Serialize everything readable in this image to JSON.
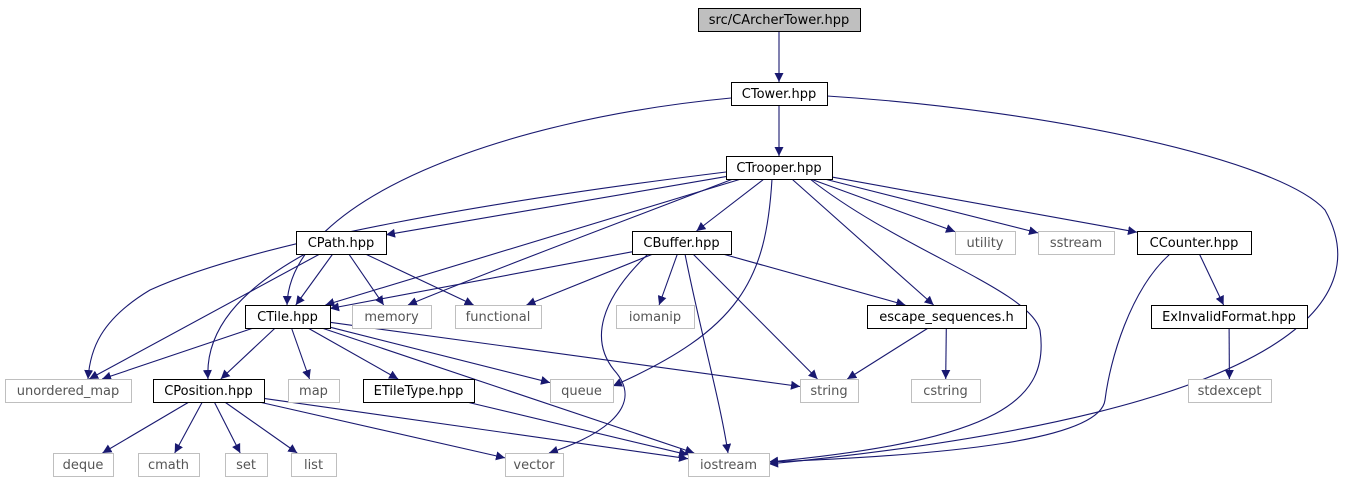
{
  "diagram": {
    "title": "",
    "colors": {
      "edge": "#191970",
      "root_fill": "#bfbfbf",
      "project_border": "#000000",
      "system_border": "#bfbfbf",
      "project_text": "#000000",
      "system_text": "#555555"
    },
    "nodes": [
      {
        "id": "root",
        "label": "src/CArcherTower.hpp",
        "kind": "root"
      },
      {
        "id": "ctower",
        "label": "CTower.hpp",
        "kind": "project"
      },
      {
        "id": "ctrooper",
        "label": "CTrooper.hpp",
        "kind": "project"
      },
      {
        "id": "cpath",
        "label": "CPath.hpp",
        "kind": "project"
      },
      {
        "id": "cbuffer",
        "label": "CBuffer.hpp",
        "kind": "project"
      },
      {
        "id": "utility",
        "label": "utility",
        "kind": "system"
      },
      {
        "id": "sstream",
        "label": "sstream",
        "kind": "system"
      },
      {
        "id": "ccounter",
        "label": "CCounter.hpp",
        "kind": "project"
      },
      {
        "id": "ctile",
        "label": "CTile.hpp",
        "kind": "project"
      },
      {
        "id": "memory",
        "label": "memory",
        "kind": "system"
      },
      {
        "id": "functional",
        "label": "functional",
        "kind": "system"
      },
      {
        "id": "iomanip",
        "label": "iomanip",
        "kind": "system"
      },
      {
        "id": "escseq",
        "label": "escape_sequences.h",
        "kind": "project"
      },
      {
        "id": "exinvalid",
        "label": "ExInvalidFormat.hpp",
        "kind": "project"
      },
      {
        "id": "unordered_map",
        "label": "unordered_map",
        "kind": "system"
      },
      {
        "id": "cposition",
        "label": "CPosition.hpp",
        "kind": "project"
      },
      {
        "id": "map",
        "label": "map",
        "kind": "system"
      },
      {
        "id": "etiletype",
        "label": "ETileType.hpp",
        "kind": "project"
      },
      {
        "id": "queue",
        "label": "queue",
        "kind": "system"
      },
      {
        "id": "string",
        "label": "string",
        "kind": "system"
      },
      {
        "id": "cstring",
        "label": "cstring",
        "kind": "system"
      },
      {
        "id": "stdexcept",
        "label": "stdexcept",
        "kind": "system"
      },
      {
        "id": "deque",
        "label": "deque",
        "kind": "system"
      },
      {
        "id": "cmath",
        "label": "cmath",
        "kind": "system"
      },
      {
        "id": "set",
        "label": "set",
        "kind": "system"
      },
      {
        "id": "list",
        "label": "list",
        "kind": "system"
      },
      {
        "id": "vector",
        "label": "vector",
        "kind": "system"
      },
      {
        "id": "iostream",
        "label": "iostream",
        "kind": "system"
      }
    ],
    "edges": [
      [
        "root",
        "ctower"
      ],
      [
        "ctower",
        "ctrooper"
      ],
      [
        "ctower",
        "ctile"
      ],
      [
        "ctower",
        "iostream"
      ],
      [
        "ctrooper",
        "cpath"
      ],
      [
        "ctrooper",
        "cbuffer"
      ],
      [
        "ctrooper",
        "utility"
      ],
      [
        "ctrooper",
        "sstream"
      ],
      [
        "ctrooper",
        "ccounter"
      ],
      [
        "ctrooper",
        "unordered_map"
      ],
      [
        "ctrooper",
        "ctile"
      ],
      [
        "ctrooper",
        "memory"
      ],
      [
        "ctrooper",
        "queue"
      ],
      [
        "ctrooper",
        "escseq"
      ],
      [
        "ctrooper",
        "iostream"
      ],
      [
        "cpath",
        "ctile"
      ],
      [
        "cpath",
        "unordered_map"
      ],
      [
        "cpath",
        "cposition"
      ],
      [
        "cpath",
        "memory"
      ],
      [
        "cpath",
        "functional"
      ],
      [
        "cbuffer",
        "ctile"
      ],
      [
        "cbuffer",
        "functional"
      ],
      [
        "cbuffer",
        "iomanip"
      ],
      [
        "cbuffer",
        "escseq"
      ],
      [
        "cbuffer",
        "string"
      ],
      [
        "cbuffer",
        "iostream"
      ],
      [
        "cbuffer",
        "vector"
      ],
      [
        "ccounter",
        "exinvalid"
      ],
      [
        "ccounter",
        "iostream"
      ],
      [
        "exinvalid",
        "stdexcept"
      ],
      [
        "escseq",
        "string"
      ],
      [
        "escseq",
        "cstring"
      ],
      [
        "ctile",
        "unordered_map"
      ],
      [
        "ctile",
        "cposition"
      ],
      [
        "ctile",
        "map"
      ],
      [
        "ctile",
        "etiletype"
      ],
      [
        "ctile",
        "queue"
      ],
      [
        "ctile",
        "string"
      ],
      [
        "ctile",
        "iostream"
      ],
      [
        "etiletype",
        "iostream"
      ],
      [
        "cposition",
        "deque"
      ],
      [
        "cposition",
        "cmath"
      ],
      [
        "cposition",
        "set"
      ],
      [
        "cposition",
        "list"
      ],
      [
        "cposition",
        "vector"
      ],
      [
        "cposition",
        "iostream"
      ]
    ]
  }
}
